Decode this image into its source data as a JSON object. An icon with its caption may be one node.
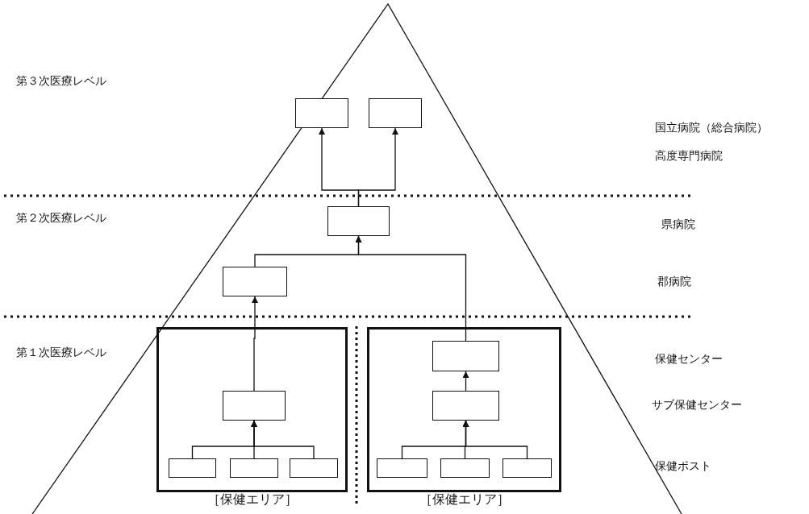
{
  "diagram": {
    "nodes": [
      {
        "text": [],
        "shape": "box"
      },
      {
        "text": [],
        "shape": "box"
      },
      {
        "text": [],
        "shape": "box"
      },
      {
        "text": [],
        "shape": "box"
      },
      {
        "text": [
          "［保健エリア］"
        ]
      },
      {
        "text": [],
        "shape": "box",
        "in": 4
      },
      {
        "text": [],
        "shape": "box",
        "in": 4
      },
      {
        "text": [],
        "shape": "box",
        "in": 4
      },
      {
        "text": [],
        "shape": "box",
        "in": 4
      },
      {
        "text": [
          "［保健エリア］"
        ]
      },
      {
        "text": [],
        "shape": "box",
        "in": 9
      },
      {
        "text": [],
        "shape": "box",
        "in": 9
      },
      {
        "text": [],
        "shape": "box",
        "in": 9
      },
      {
        "text": [],
        "shape": "box",
        "in": 9
      },
      {
        "text": [],
        "shape": "box",
        "in": 9
      }
    ],
    "edges": [
      {
        "from": 2,
        "to": 0,
        "arrow": "to"
      },
      {
        "from": 2,
        "to": 1,
        "arrow": "to"
      },
      {
        "from": 3,
        "to": 2,
        "arrow": "to"
      },
      {
        "from": 10,
        "to": 2,
        "arrow": "to"
      },
      {
        "from": 5,
        "to": 3,
        "arrow": "to"
      },
      {
        "from": 6,
        "to": 5,
        "arrow": "to"
      },
      {
        "from": 7,
        "to": 5,
        "arrow": "to"
      },
      {
        "from": 8,
        "to": 5,
        "arrow": "to"
      },
      {
        "from": 11,
        "to": 10,
        "arrow": "to"
      },
      {
        "from": 12,
        "to": 11,
        "arrow": "to"
      },
      {
        "from": 13,
        "to": 11,
        "arrow": "to"
      },
      {
        "from": 14,
        "to": 11,
        "arrow": "to"
      }
    ],
    "labels": [
      "第３次医療レベル",
      "国立病院（総合病院）",
      "高度専門病院",
      "第２次医療レベル",
      "県病院",
      "郡病院",
      "第１次医療レベル",
      "保健センター",
      "サブ保健センター",
      "保健ポスト"
    ]
  }
}
